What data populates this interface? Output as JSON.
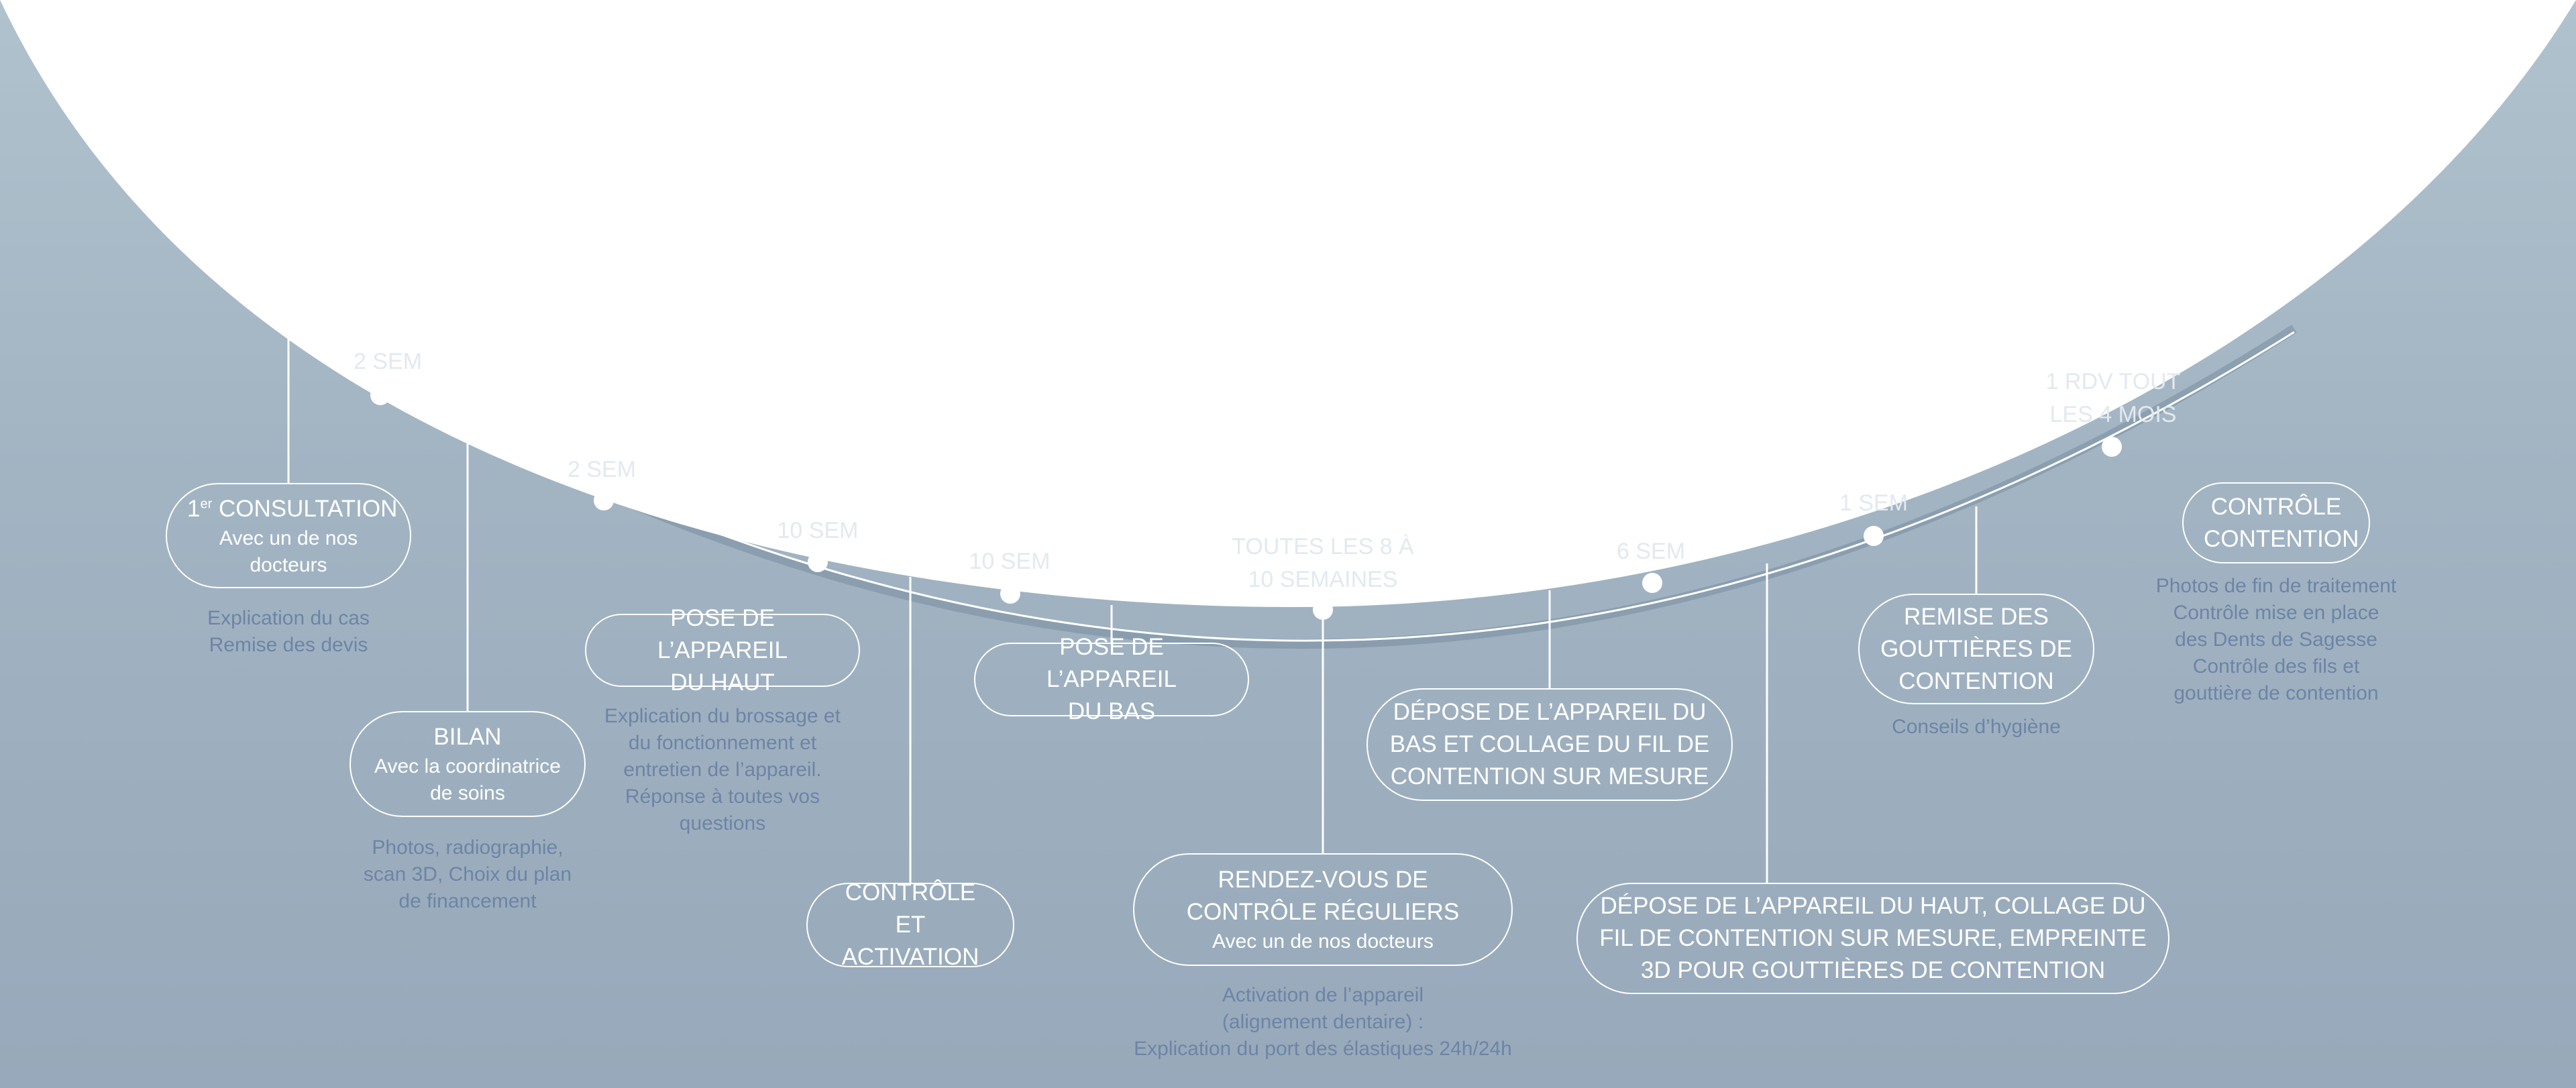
{
  "colors": {
    "line": "#ffffff",
    "label": "#e3e9ef",
    "description": "#6d84a6",
    "pill_border": "#ffffff",
    "arc_fill": "#ffffff"
  },
  "intervals": [
    {
      "text": "2 SEM"
    },
    {
      "text": "2 SEM"
    },
    {
      "text": "10 SEM"
    },
    {
      "text": "10 SEM"
    },
    {
      "text": "TOUTES LES 8 À\n10 SEMAINES"
    },
    {
      "text": "6 SEM"
    },
    {
      "text": "1 SEM"
    },
    {
      "text": "1 RDV TOUT\nLES 4 MOIS"
    }
  ],
  "steps": [
    {
      "title_main": "1",
      "title_sup": "er",
      "title_rest": " CONSULTATION",
      "subtitle": "Avec un de nos\ndocteurs",
      "description": [
        "Explication du cas",
        "Remise des devis"
      ]
    },
    {
      "title": "BILAN",
      "subtitle": "Avec la coordinatrice\nde soins",
      "description": [
        "Photos, radiographie,",
        "scan 3D, Choix du plan",
        "de financement"
      ]
    },
    {
      "title": "POSE DE L’APPAREIL\nDU HAUT",
      "description": [
        "Explication du brossage et",
        "du fonctionnement et",
        "entretien de l’appareil.",
        "Réponse à toutes vos",
        "questions"
      ]
    },
    {
      "title": "CONTRÔLE ET\nACTIVATION",
      "description": []
    },
    {
      "title": "POSE DE L’APPAREIL\nDU BAS",
      "description": []
    },
    {
      "title": "RENDEZ-VOUS DE\nCONTRÔLE RÉGULIERS",
      "subtitle": "Avec un de nos docteurs",
      "description": [
        "Activation de l’appareil",
        "(alignement dentaire) :",
        "Explication du port des élastiques 24h/24h"
      ]
    },
    {
      "title": "DÉPOSE DE L’APPAREIL DU\nBAS ET COLLAGE DU FIL DE\nCONTENTION SUR MESURE",
      "description": []
    },
    {
      "title": "DÉPOSE DE L’APPAREIL DU HAUT, COLLAGE DU\nFIL DE CONTENTION SUR MESURE, EMPREINTE\n3D POUR GOUTTIÈRES DE CONTENTION",
      "description": []
    },
    {
      "title": "REMISE DES\nGOUTTIÈRES DE\nCONTENTION",
      "description": [
        "Conseils d’hygiène"
      ]
    },
    {
      "title": "CONTRÔLE\nCONTENTION",
      "description": [
        "Photos de fin de traitement",
        "Contrôle mise en place",
        "des Dents de Sagesse",
        "Contrôle des fils et",
        "gouttière de contention"
      ]
    }
  ]
}
